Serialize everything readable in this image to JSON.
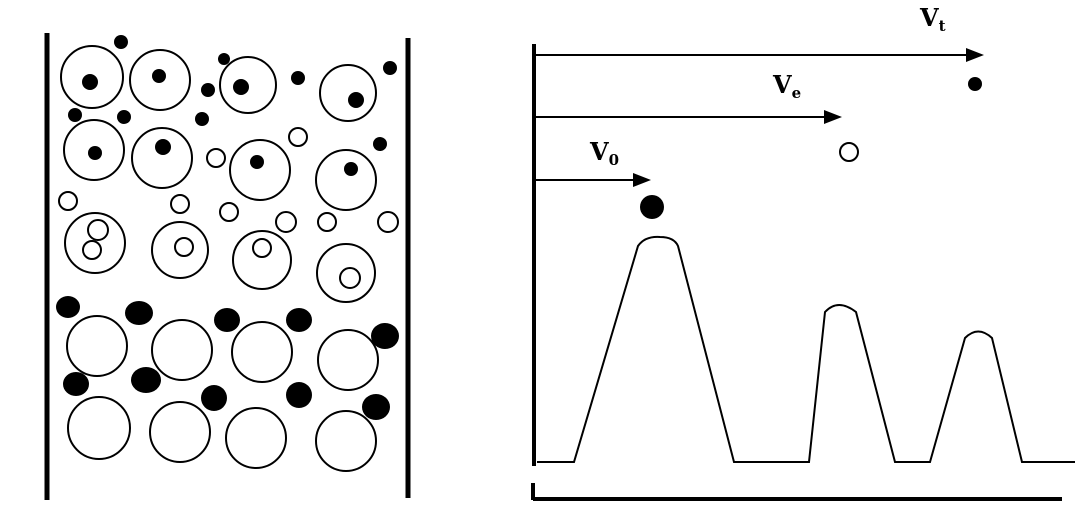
{
  "labels": {
    "v_t": {
      "main": "V",
      "sub": "t"
    },
    "v_e": {
      "main": "V",
      "sub": "e"
    },
    "v_0": {
      "main": "V",
      "sub": "0"
    }
  },
  "colors": {
    "ink": "#000000",
    "background": "#ffffff"
  },
  "legend_markers": [
    {
      "label_ref": "v_0",
      "fill": "#000000"
    },
    {
      "label_ref": "v_e",
      "fill": "#ffffff"
    },
    {
      "label_ref": "v_t",
      "fill": "#000000"
    }
  ]
}
